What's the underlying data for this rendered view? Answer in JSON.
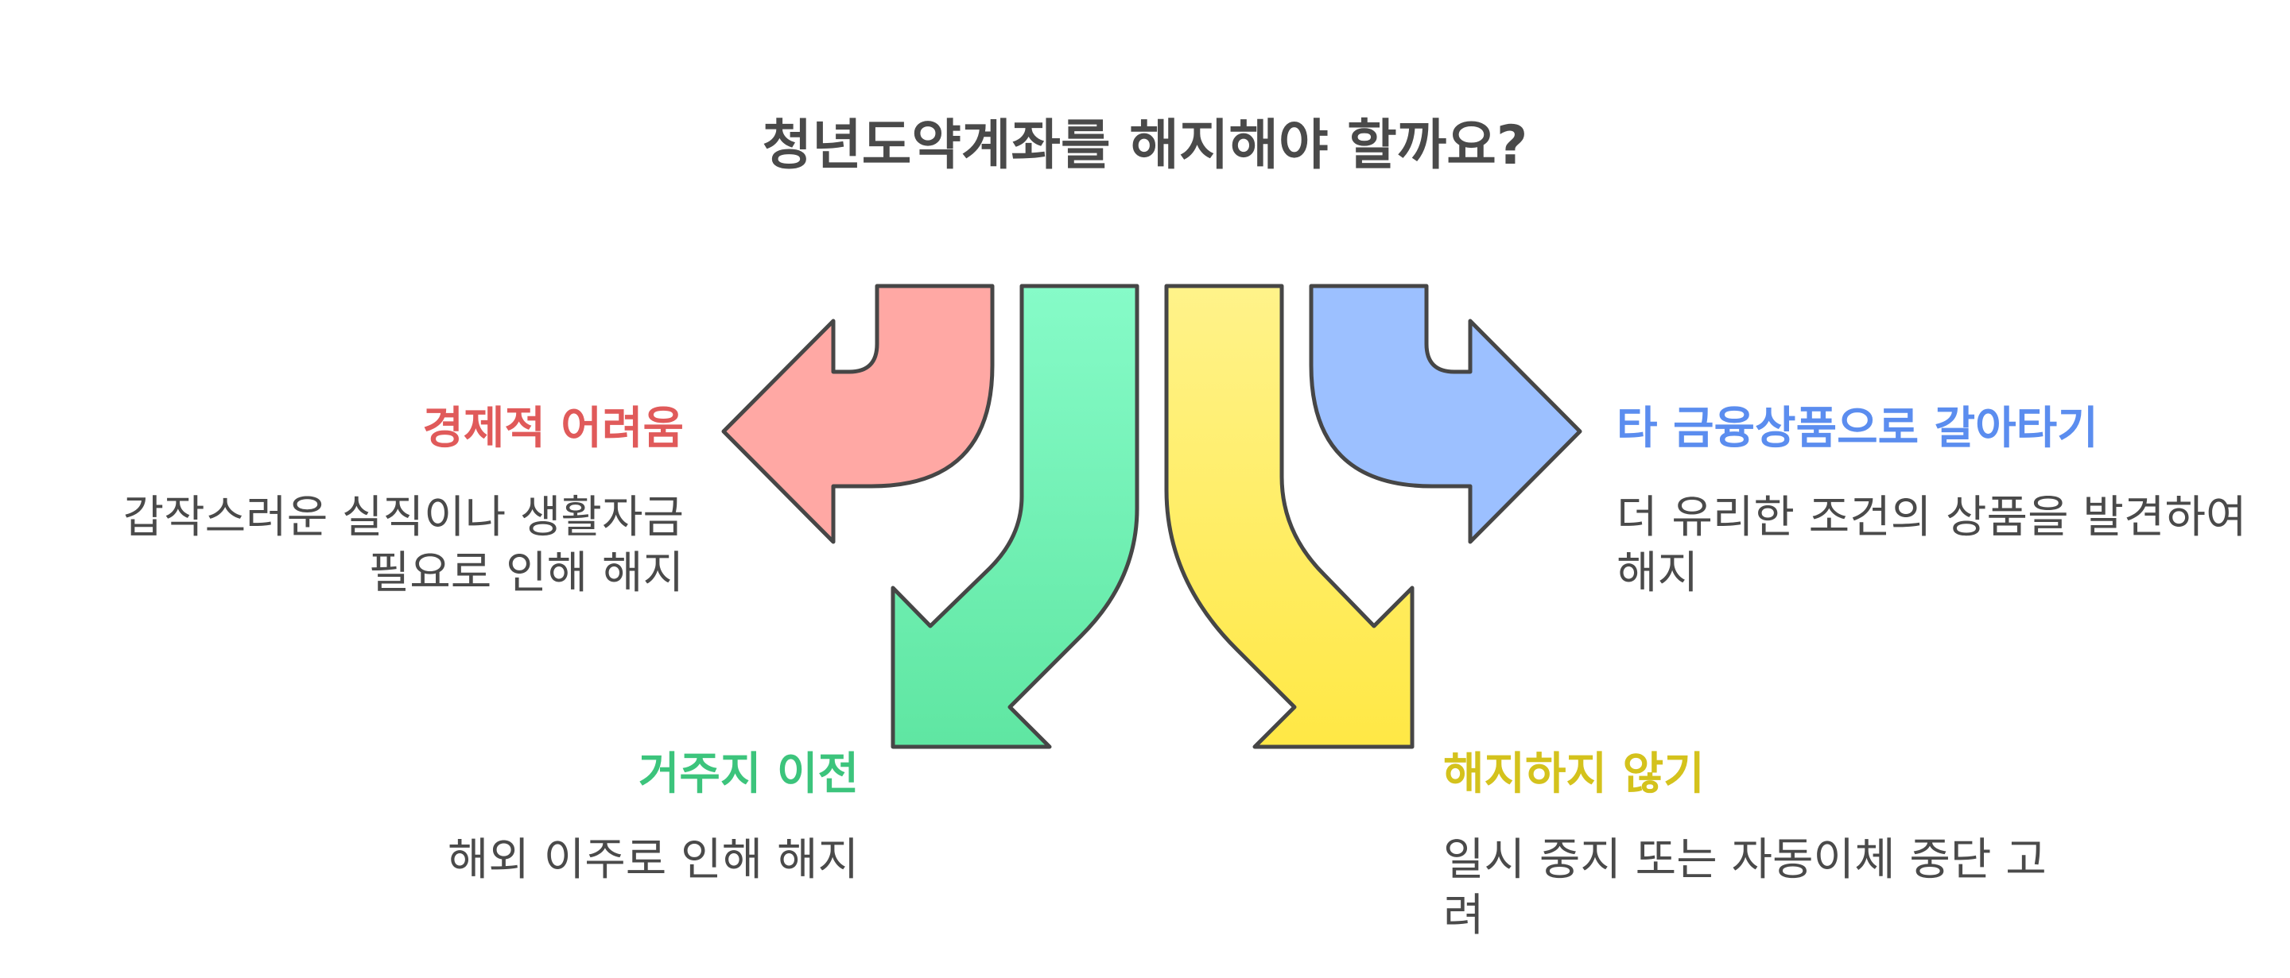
{
  "title": "청년도약계좌를 해지해야 할까요?",
  "branches": [
    {
      "heading": "경제적 어려움",
      "description": "갑작스러운 실직이나 생활자금 필요로 인해 해지",
      "color": "#E05A5A",
      "arrow_color": "#FFA8A4"
    },
    {
      "heading": "거주지 이전",
      "description": "해외 이주로 인해 해지",
      "color": "#3CC47C",
      "arrow_color": "#7EF8C2"
    },
    {
      "heading": "해지하지 않기",
      "description": "일시 중지 또는 자동이체 중단 고려",
      "color": "#D4C21C",
      "arrow_color": "#FFF27A"
    },
    {
      "heading": "타 금융상품으로 갈아타기",
      "description": "더 유리한 조건의 상품을 발견하여 해지",
      "color": "#5B8DEF",
      "arrow_color": "#9CC0FF"
    }
  ]
}
